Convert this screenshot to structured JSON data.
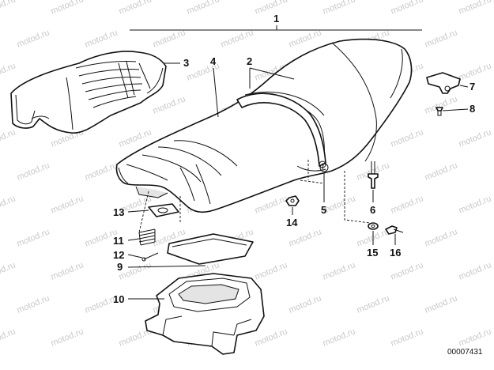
{
  "diagram": {
    "watermark": "motod.ru",
    "document_id": "00007431",
    "callouts": [
      {
        "id": "1",
        "label": "1"
      },
      {
        "id": "2",
        "label": "2"
      },
      {
        "id": "3",
        "label": "3"
      },
      {
        "id": "4",
        "label": "4"
      },
      {
        "id": "5",
        "label": "5"
      },
      {
        "id": "6",
        "label": "6"
      },
      {
        "id": "7",
        "label": "7"
      },
      {
        "id": "8",
        "label": "8"
      },
      {
        "id": "9",
        "label": "9"
      },
      {
        "id": "10",
        "label": "10"
      },
      {
        "id": "11",
        "label": "11"
      },
      {
        "id": "12",
        "label": "12"
      },
      {
        "id": "13",
        "label": "13"
      },
      {
        "id": "14",
        "label": "14"
      },
      {
        "id": "15",
        "label": "15"
      },
      {
        "id": "16",
        "label": "16"
      }
    ]
  }
}
